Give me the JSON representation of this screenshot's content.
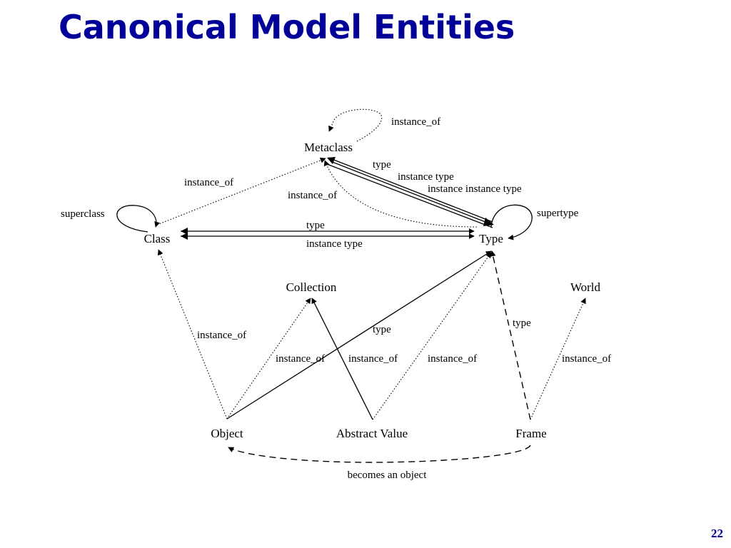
{
  "slide": {
    "title": "Canonical Model Entities",
    "page_number": "22"
  },
  "nodes": {
    "metaclass": "Metaclass",
    "class": "Class",
    "type": "Type",
    "collection": "Collection",
    "world": "World",
    "object": "Object",
    "abstract_value": "Abstract Value",
    "frame": "Frame"
  },
  "edges": {
    "metaclass_self": "instance_of",
    "metaclass_type_1": "type",
    "metaclass_type_2": "instance type",
    "metaclass_type_3": "instance instance type",
    "type_metaclass": "instance_of",
    "class_metaclass": "instance_of",
    "class_self": "superclass",
    "type_self": "supertype",
    "class_type_1": "type",
    "class_type_2": "instance type",
    "object_class": "instance_of",
    "object_collection": "instance_of",
    "abstract_collection": "instance_of",
    "object_type": "type",
    "abstract_type": "instance_of",
    "frame_type": "type",
    "frame_world": "instance_of",
    "frame_object": "becomes an object"
  }
}
